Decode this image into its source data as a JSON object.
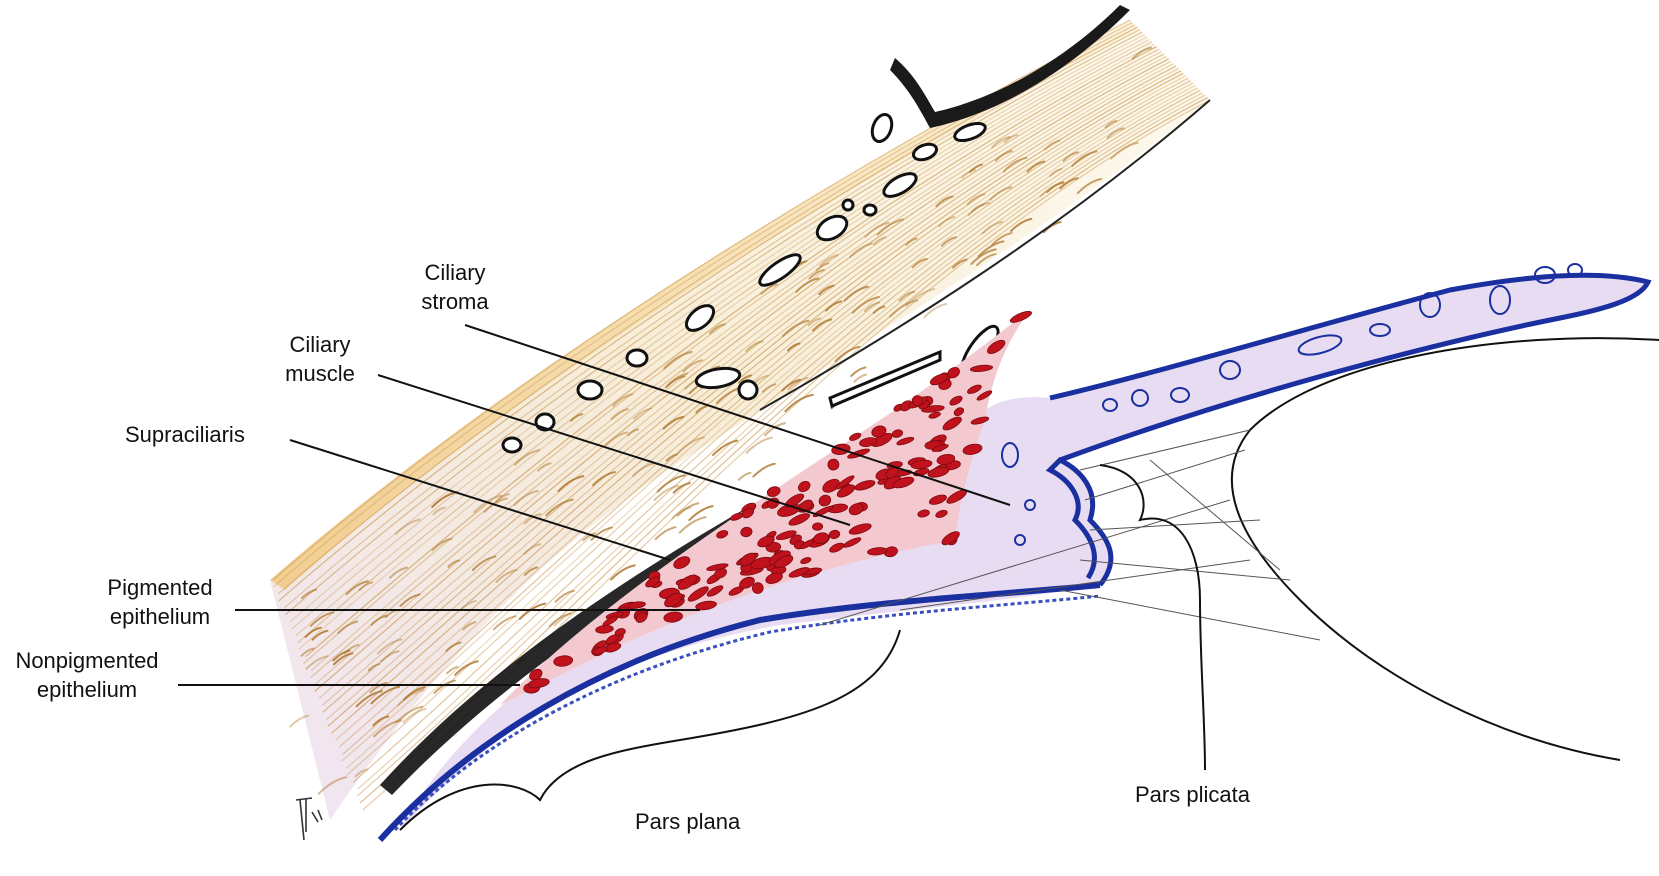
{
  "labels": {
    "ciliary_stroma": [
      "Ciliary",
      "stroma"
    ],
    "ciliary_muscle": [
      "Ciliary",
      "muscle"
    ],
    "supraciliaris": "Supraciliaris",
    "pigmented_epithelium": [
      "Pigmented",
      "epithelium"
    ],
    "nonpigmented_epithelium": [
      "Nonpigmented",
      "epithelium"
    ],
    "pars_plana": "Pars plana",
    "pars_plicata": "Pars plicata"
  },
  "colors": {
    "sclera_fibers": "#c9903f",
    "sclera_tint": "#f2e4c4",
    "outer_glow": "#f3d78a",
    "ciliary_muscle": "#c0121c",
    "muscle_outline": "#7a0a10",
    "stroma": "#e6dcf0",
    "epithelium": "#1a2fa0",
    "uvea_black": "#1a1a1a",
    "leader_lines": "#111111"
  }
}
